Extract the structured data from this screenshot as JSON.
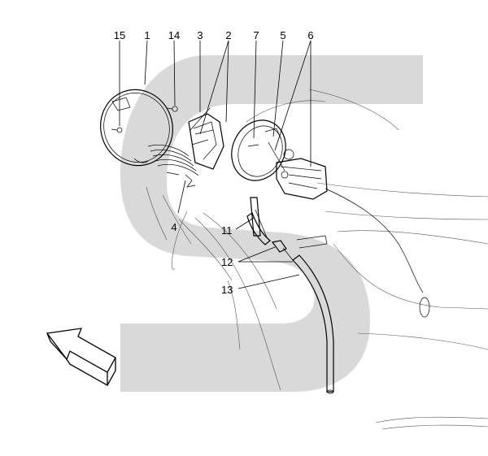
{
  "diagram": {
    "labels": [
      {
        "id": "15",
        "text": "15"
      },
      {
        "id": "1",
        "text": "1"
      },
      {
        "id": "14",
        "text": "14"
      },
      {
        "id": "3",
        "text": "3"
      },
      {
        "id": "2",
        "text": "2"
      },
      {
        "id": "7",
        "text": "7"
      },
      {
        "id": "5",
        "text": "5"
      },
      {
        "id": "6",
        "text": "6"
      },
      {
        "id": "4",
        "text": "4"
      },
      {
        "id": "11",
        "text": "11"
      },
      {
        "id": "12",
        "text": "12"
      },
      {
        "id": "13",
        "text": "13"
      }
    ],
    "watermark": {
      "glyph": "S-logo",
      "color": "#d9d9d9"
    },
    "direction_arrow": {
      "icon": "front-direction-arrow-icon"
    }
  }
}
